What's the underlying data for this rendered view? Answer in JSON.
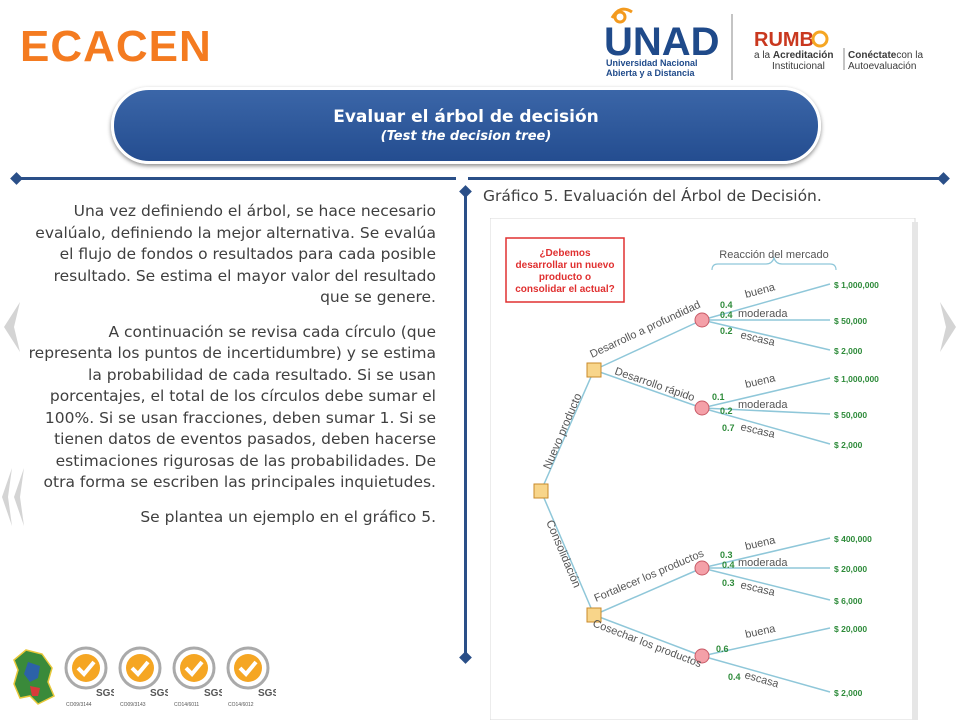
{
  "brand": {
    "title": "ECACEN",
    "color": "#f47b20"
  },
  "logos": {
    "unad_name": "UNAD",
    "unad_line1": "Universidad Nacional",
    "unad_line2": "Abierta y a Distancia",
    "rumbo": "RUMB",
    "rumbo_line1_pre": "a la ",
    "rumbo_line1_bold": "Acreditación",
    "rumbo_line2": "Institucional",
    "conectate_bold": "Conéctate",
    "conectate_rest": "con la",
    "autoevaluacion": "Autoevaluación"
  },
  "banner": {
    "title": "Evaluar el árbol de decisión",
    "subtitle": "(Test the decision tree)"
  },
  "left_text": {
    "p1": "Una vez definiendo el árbol, se hace necesario evalúalo, definiendo la mejor alternativa. Se evalúa el flujo de fondos o resultados para cada posible resultado. Se estima el mayor valor del resultado que se genere.",
    "p2": "A continuación se revisa cada círculo (que representa los puntos de incertidumbre) y se estima la probabilidad de cada resultado. Si se usan porcentajes, el total de los círculos debe sumar el 100%. Si se usan fracciones, deben sumar 1. Si se tienen datos de eventos pasados, deben hacerse estimaciones rigurosas de las probabilidades. De otra forma se escriben las principales inquietudes.",
    "p3": "Se plantea un ejemplo en el gráfico 5."
  },
  "caption": "Gráfico 5. Evaluación del Árbol de Decisión.",
  "tree": {
    "question_l1": "¿Debemos",
    "question_l2": "desarrollar un nuevo",
    "question_l3": "producto o",
    "question_l4": "consolidar el actual?",
    "market_reaction": "Reacción del mercado",
    "branch_new": "Nuevo producto",
    "branch_consolidate": "Consolidación",
    "deep": "Desarrollo a profundidad",
    "fast": "Desarrollo rápido",
    "strengthen": "Fortalecer los productos",
    "harvest": "Cosechar los productos",
    "out_good": "buena",
    "out_moderate": "moderada",
    "out_low": "escasa",
    "deep_probs": [
      "0.4",
      "0.4",
      "0.2"
    ],
    "deep_values": [
      "$ 1,000,000",
      "$ 50,000",
      "$ 2,000"
    ],
    "fast_probs": [
      "0.1",
      "0.2",
      "0.7"
    ],
    "fast_values": [
      "$ 1,000,000",
      "$ 50,000",
      "$ 2,000"
    ],
    "strengthen_probs": [
      "0.3",
      "0.4",
      "0.3"
    ],
    "strengthen_values": [
      "$ 400,000",
      "$ 20,000",
      "$ 6,000"
    ],
    "harvest_probs": [
      "0.6",
      "0.4"
    ],
    "harvest_values": [
      "$ 20,000",
      "$ 2,000"
    ]
  },
  "certifications": [
    "SGS",
    "SGS",
    "SGS",
    "SGS"
  ],
  "cert_codes": [
    "CO09/3144",
    "CO09/3143",
    "CO14/6011",
    "CO14/6012"
  ],
  "colors": {
    "accent_blue": "#2a4f88",
    "banner_blue": "#2f5ea4",
    "tree_line": "#8fc7d9",
    "decision_box": "#f8d58a",
    "chance_node": "#f4a0a8",
    "money": "#2e8b3a",
    "question_red": "#e03030"
  },
  "icons": {
    "prev": "chevron-left-icon",
    "next": "chevron-right-icon",
    "rewind": "double-chevron-left-icon"
  }
}
